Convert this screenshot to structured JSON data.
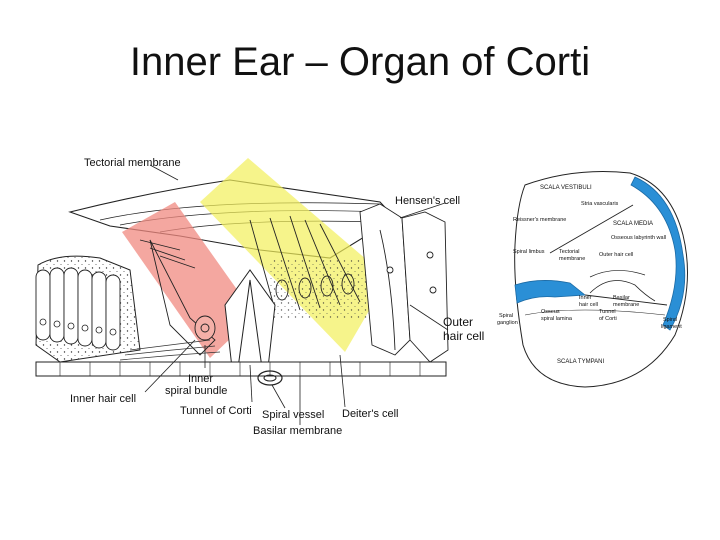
{
  "slide": {
    "title": "Inner Ear – Organ of Corti"
  },
  "main_diagram": {
    "labels": {
      "tectorial_membrane": "Tectorial membrane",
      "hensens_cell": "Hensen's cell",
      "outer_hair_cell_l1": "Outer",
      "outer_hair_cell_l2": "hair cell",
      "inner_spiral_bundle_l1": "Inner",
      "inner_spiral_bundle_l2": "spiral bundle",
      "inner_hair_cell": "Inner hair cell",
      "tunnel_of_corti": "Tunnel of Corti",
      "spiral_vessel": "Spiral vessel",
      "deiters_cell": "Deiter's cell",
      "basilar_membrane": "Basilar membrane"
    },
    "highlight_colors": {
      "inner_hair_cell_region": "#f08a80",
      "outer_hair_cell_region": "#f2f05a"
    }
  },
  "inset_diagram": {
    "labels": {
      "scala_vestibuli": "SCALA VESTIBULI",
      "stria_vascularis": "Stria vascularis",
      "reissners_membrane": "Reissner's membrane",
      "scala_media": "SCALA MEDIA",
      "osseous_labyrinth_wall": "Osseous labyrinth wall",
      "spiral_limbus": "Spiral limbus",
      "tectorial_membrane_l1": "Tectorial",
      "tectorial_membrane_l2": "membrane",
      "outer_hair_cell": "Outer hair cell",
      "osseous_spiral_lamina_l1": "Osseus",
      "osseous_spiral_lamina_l2": "spiral lamina",
      "inner_hair_cell_l1": "Inner",
      "inner_hair_cell_l2": "hair cell",
      "tunnel_of_corti_l1": "Tunnel",
      "tunnel_of_corti_l2": "of Corti",
      "basilar_membrane_l1": "Basilar",
      "basilar_membrane_l2": "membrane",
      "spiral_ganglion_l1": "Spiral",
      "spiral_ganglion_l2": "ganglion",
      "spiral_ligament_l1": "Spiral",
      "spiral_ligament_l2": "ligament",
      "scala_tympani": "SCALA TYMPANI"
    },
    "highlight_color": "#2a8fd6"
  }
}
